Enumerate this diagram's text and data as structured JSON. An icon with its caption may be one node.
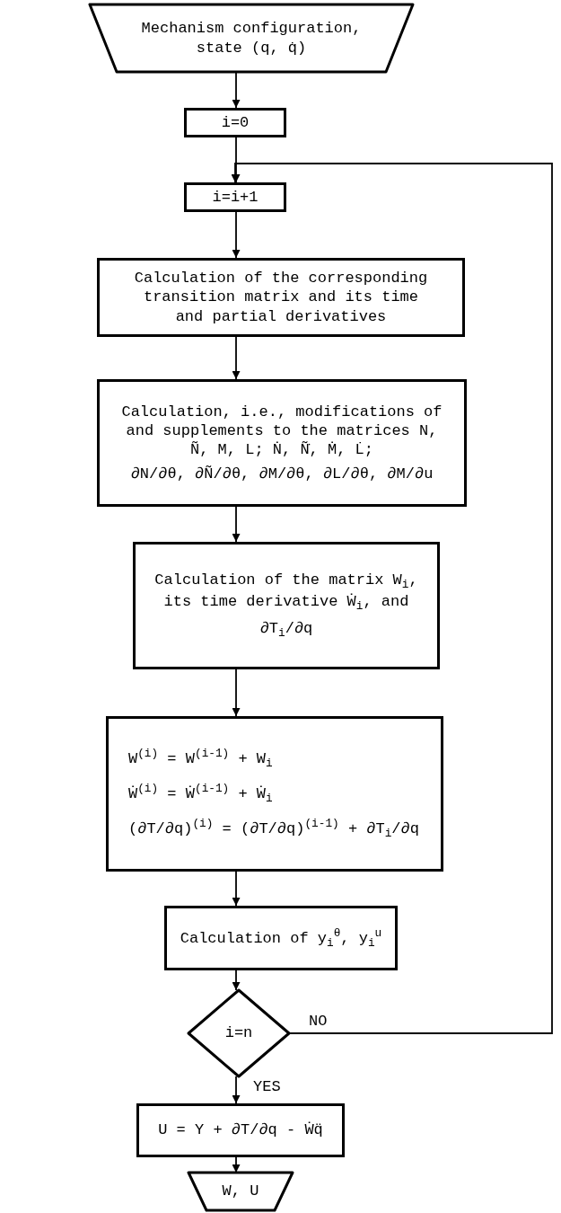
{
  "diagram": {
    "nodes": [
      {
        "text": [
          "Mechanism configuration, state (q, q̇)"
        ]
      },
      {
        "text": [
          "i=0"
        ]
      },
      {
        "text": [
          "i=i+1"
        ]
      },
      {
        "text": [
          "Calculation of the corresponding transition matrix and its time and partial derivatives"
        ]
      },
      {
        "text": [
          "Calculation, i.e., modifications of and supplements to the matrices N, Ñ, M, L; Ṅ, Ñ̇, Ṁ, L̇;",
          "∂N/∂θ, ∂Ñ/∂θ, ∂M/∂θ, ∂L/∂θ, ∂M/∂u"
        ]
      },
      {
        "text": [
          "Calculation of the matrix W$_{i}$, its time derivative Ẇ$_{i}$, and",
          "∂T$_{i}$/∂q"
        ]
      },
      {
        "text": [
          "W$^{(i)}$ = W$^{(i-1)}$ + W$_{i}$",
          "Ẇ$^{(i)}$ = Ẇ$^{(i-1)}$ + Ẇ$_{i}$",
          "(∂T/∂q)$^{(i)}$ = (∂T/∂q)$^{(i-1)}$ + ∂T$_{i}$/∂q"
        ]
      },
      {
        "text": [
          "Calculation of y$_{i}$$^{θ}$, y$_{i}$$^{u}$"
        ]
      },
      {
        "text": [
          "i=n"
        ]
      },
      {
        "text": [
          "U = Y + ∂T/∂q - Ẇq̈"
        ]
      },
      {
        "text": [
          "W, U"
        ]
      }
    ],
    "edges": [
      {
        "from": 0,
        "to": 1,
        "arrow": "to"
      },
      {
        "from": 1,
        "to": 2,
        "arrow": "to"
      },
      {
        "from": 2,
        "to": 3,
        "arrow": "to"
      },
      {
        "from": 3,
        "to": 4,
        "arrow": "to"
      },
      {
        "from": 4,
        "to": 5,
        "arrow": "to"
      },
      {
        "from": 5,
        "to": 6,
        "arrow": "to"
      },
      {
        "from": 6,
        "to": 7,
        "arrow": "to"
      },
      {
        "from": 7,
        "to": 8,
        "arrow": "to"
      },
      {
        "from": 8,
        "to": 9,
        "arrow": "to",
        "label": "YES"
      },
      {
        "from": 9,
        "to": 10,
        "arrow": "to"
      },
      {
        "from": 8,
        "to": 2,
        "arrow": "to",
        "label": "NO"
      }
    ]
  }
}
